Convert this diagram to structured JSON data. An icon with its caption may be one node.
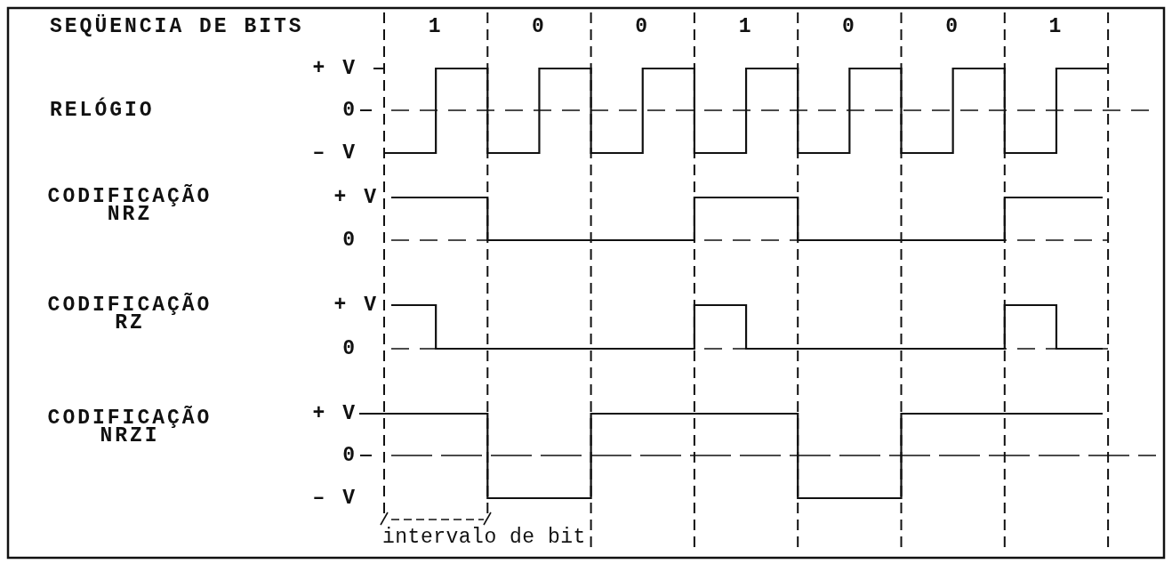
{
  "diagram": {
    "labels": [
      "SEQÜENCIA DE BITS",
      "1",
      "0",
      "0",
      "1",
      "0",
      "0",
      "1",
      "+ V",
      "RELÓGIO",
      "0",
      "– V",
      "CODIFICAÇÃO NRZ",
      "+ V",
      "0",
      "CODIFICAÇÃO RZ",
      "+ V",
      "0",
      "+ V",
      "CODIFICAÇÃO NRZI",
      "0",
      "– V",
      "intervalo de bit"
    ]
  }
}
